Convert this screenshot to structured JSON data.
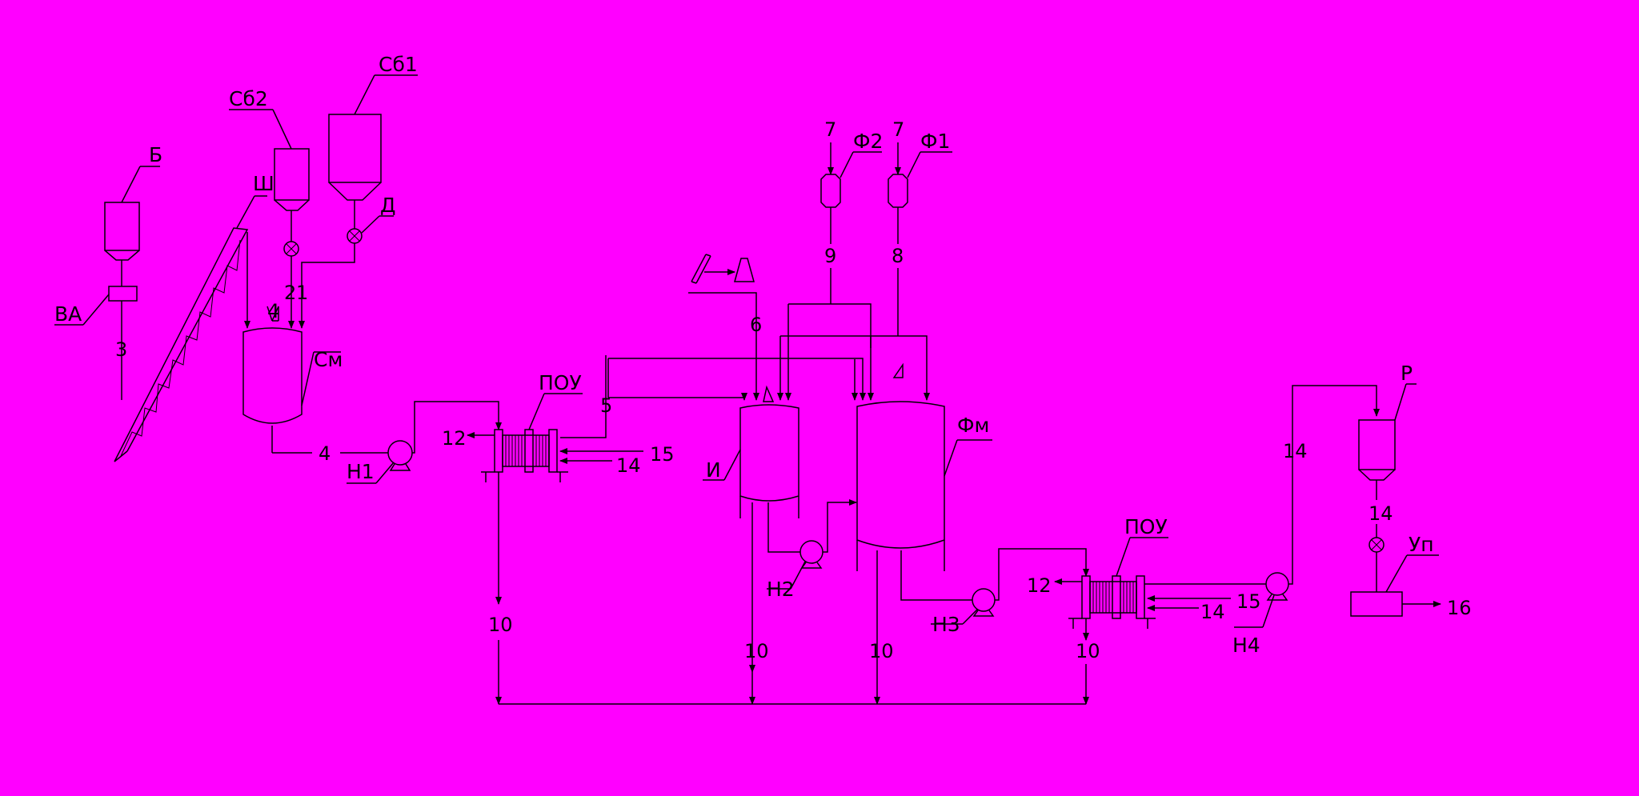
{
  "diagram": {
    "background": "#ff00ff",
    "line_color": "#000000",
    "equipment_labels": {
      "b": "Б",
      "va": "ВА",
      "sh": "Ш",
      "sb2": "Сб2",
      "sb1": "Сб1",
      "d": "Д",
      "sm": "См",
      "n1": "Н1",
      "pou_left": "ПОУ",
      "f2": "Ф2",
      "f1": "Ф1",
      "d2": "Д",
      "i": "И",
      "fm": "Фм",
      "n2": "Н2",
      "n3": "Н3",
      "pou_right": "ПОУ",
      "n4": "Н4",
      "r": "Р",
      "up": "Уп"
    },
    "stream_numbers": {
      "s3": "3",
      "s2": "2",
      "s1": "1",
      "s4a": "4",
      "s4b": "4",
      "s12a": "12",
      "s15a": "15",
      "s14a": "14",
      "s10a": "10",
      "s7a": "7",
      "s7b": "7",
      "s9": "9",
      "s8": "8",
      "s6": "6",
      "s5": "5",
      "s10b": "10",
      "s10c": "10",
      "s12b": "12",
      "s15b": "15",
      "s14b": "14",
      "s10d": "10",
      "s14c": "14",
      "s14d": "14",
      "s16": "16"
    }
  }
}
